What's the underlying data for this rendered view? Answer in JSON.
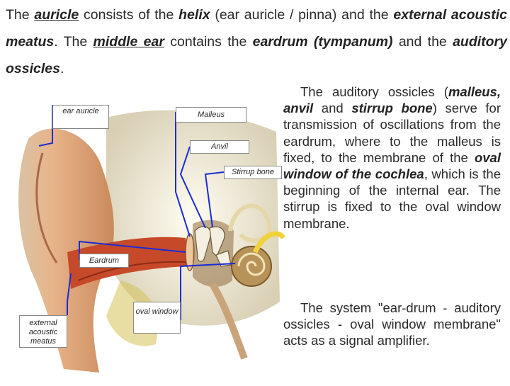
{
  "intro": {
    "s1": "The ",
    "s2": "auricle",
    "s3": " consists of the ",
    "s4": "helix",
    "s5": " (ear auricle / pinna) and the ",
    "s6": "external acoustic meatus",
    "s7": ". The ",
    "s8": "middle ear",
    "s9": " contains the ",
    "s10": "eardrum (tympanum)",
    "s11": " and the ",
    "s12": "auditory ossicles",
    "s13": "."
  },
  "para1": {
    "s1": "The auditory ossicles (",
    "s2": "malleus, anvil",
    "s3": " and ",
    "s4": "stirrup bone",
    "s5": ") serve for transmission of oscillations from the eardrum, where to the malleus is fixed, to the membrane of the ",
    "s6": "oval window of the cochlea",
    "s7": ", which is the beginning of the internal ear. The stirrup is fixed to the oval window membrane."
  },
  "para2": "The system \"ear-drum - auditory ossicles - oval window membrane\" acts as a signal amplifier.",
  "figure": {
    "labels": {
      "ear_auricle": "ear auricle",
      "malleus": "Malleus",
      "anvil": "Anvil",
      "stirrup": "Stirrup bone",
      "eardrum": "Eardrum",
      "external": "external acoustic meatus",
      "oval": "oval window"
    },
    "colors": {
      "leader": "#1a2bd6",
      "skin": "#e8b48a",
      "canal": "#c64a2a",
      "bone": "#f2eedd",
      "cochlea": "#b7935a",
      "nerve": "#f0d23a"
    }
  }
}
